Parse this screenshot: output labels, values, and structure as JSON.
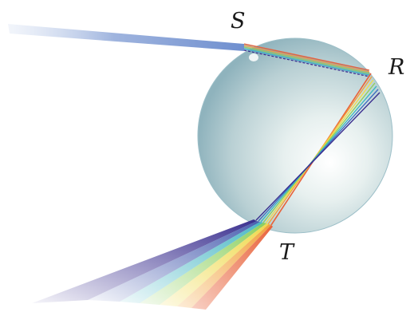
{
  "labels": {
    "entry_point": "S",
    "reflection_point": "R",
    "exit_point": "T"
  },
  "colors": {
    "incoming_light": "#6f8fcf",
    "droplet_rim": "#7fa9b5",
    "spectrum": [
      "#e8623a",
      "#f2a13a",
      "#f0dc4a",
      "#8fd05a",
      "#3fb8c0",
      "#3f6fc0",
      "#3a2f8f"
    ]
  }
}
